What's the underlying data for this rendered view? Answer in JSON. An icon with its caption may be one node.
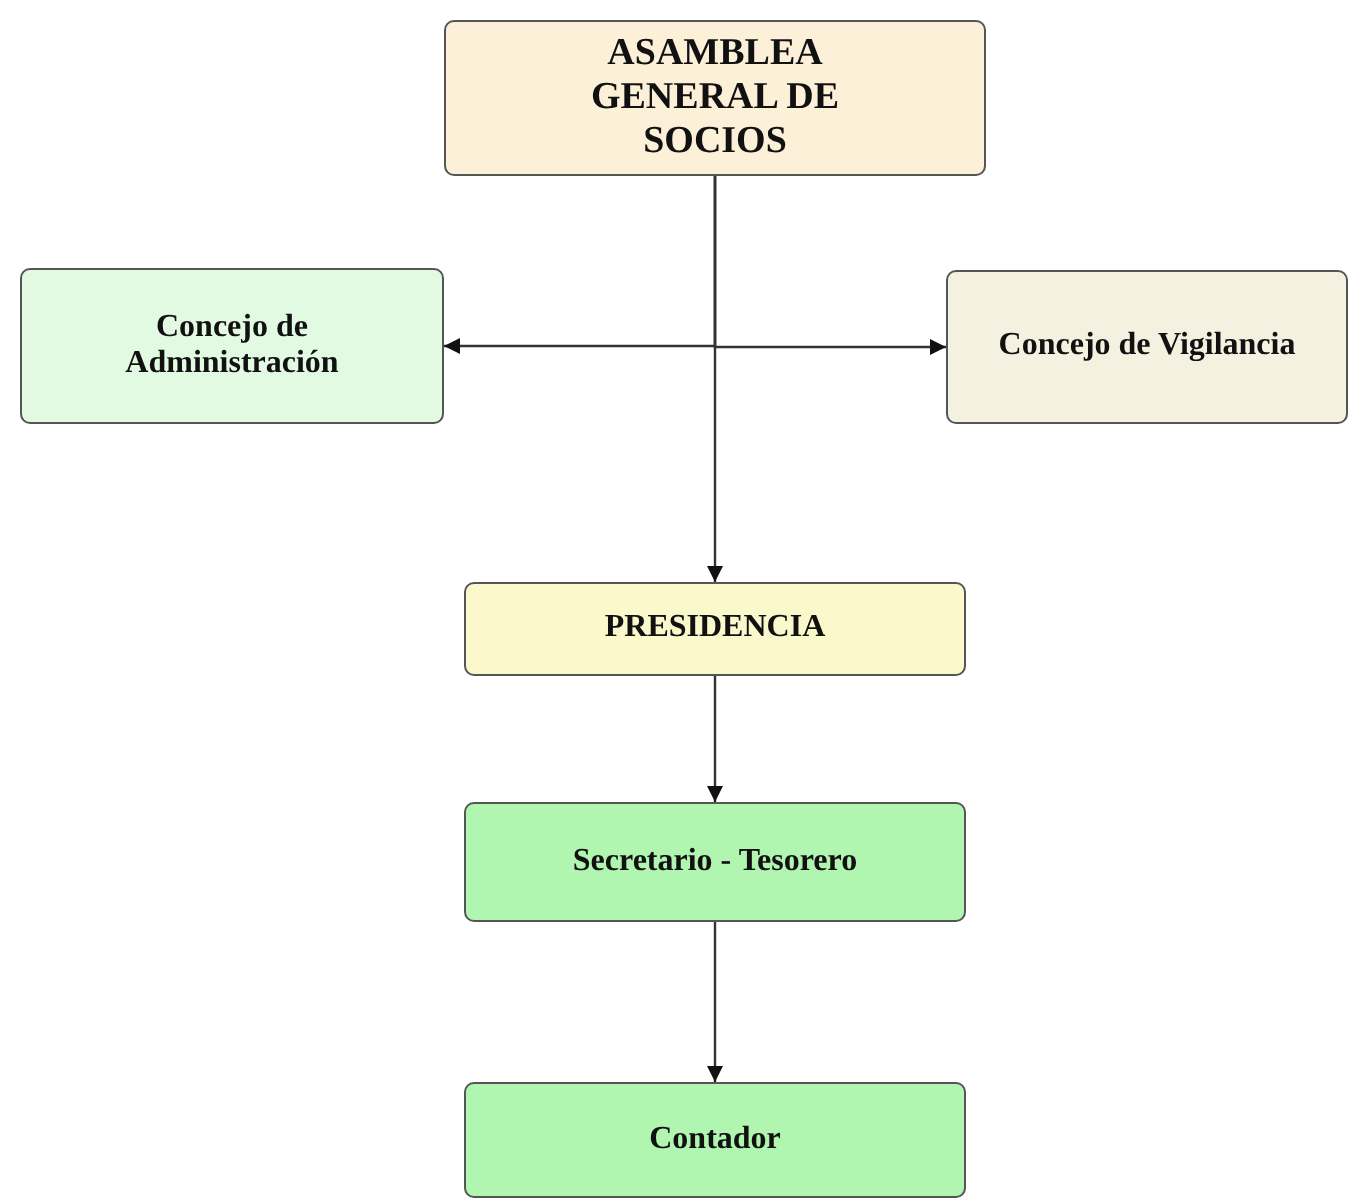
{
  "diagram": {
    "nodes": [
      {
        "text": [
          "ASAMBLEA GENERAL DE SOCIOS"
        ]
      },
      {
        "text": [
          "Concejo de Administración"
        ]
      },
      {
        "text": [
          "Concejo de Vigilancia"
        ]
      },
      {
        "text": [
          "PRESIDENCIA"
        ]
      },
      {
        "text": [
          "Secretario - Tesorero"
        ]
      },
      {
        "text": [
          "Contador"
        ]
      }
    ],
    "edges": [
      {
        "from": 0,
        "to": 1,
        "arrow": "to"
      },
      {
        "from": 0,
        "to": 2,
        "arrow": "to"
      },
      {
        "from": 0,
        "to": 3,
        "arrow": "to"
      },
      {
        "from": 3,
        "to": 4,
        "arrow": "to"
      },
      {
        "from": 4,
        "to": 5,
        "arrow": "to"
      }
    ]
  }
}
